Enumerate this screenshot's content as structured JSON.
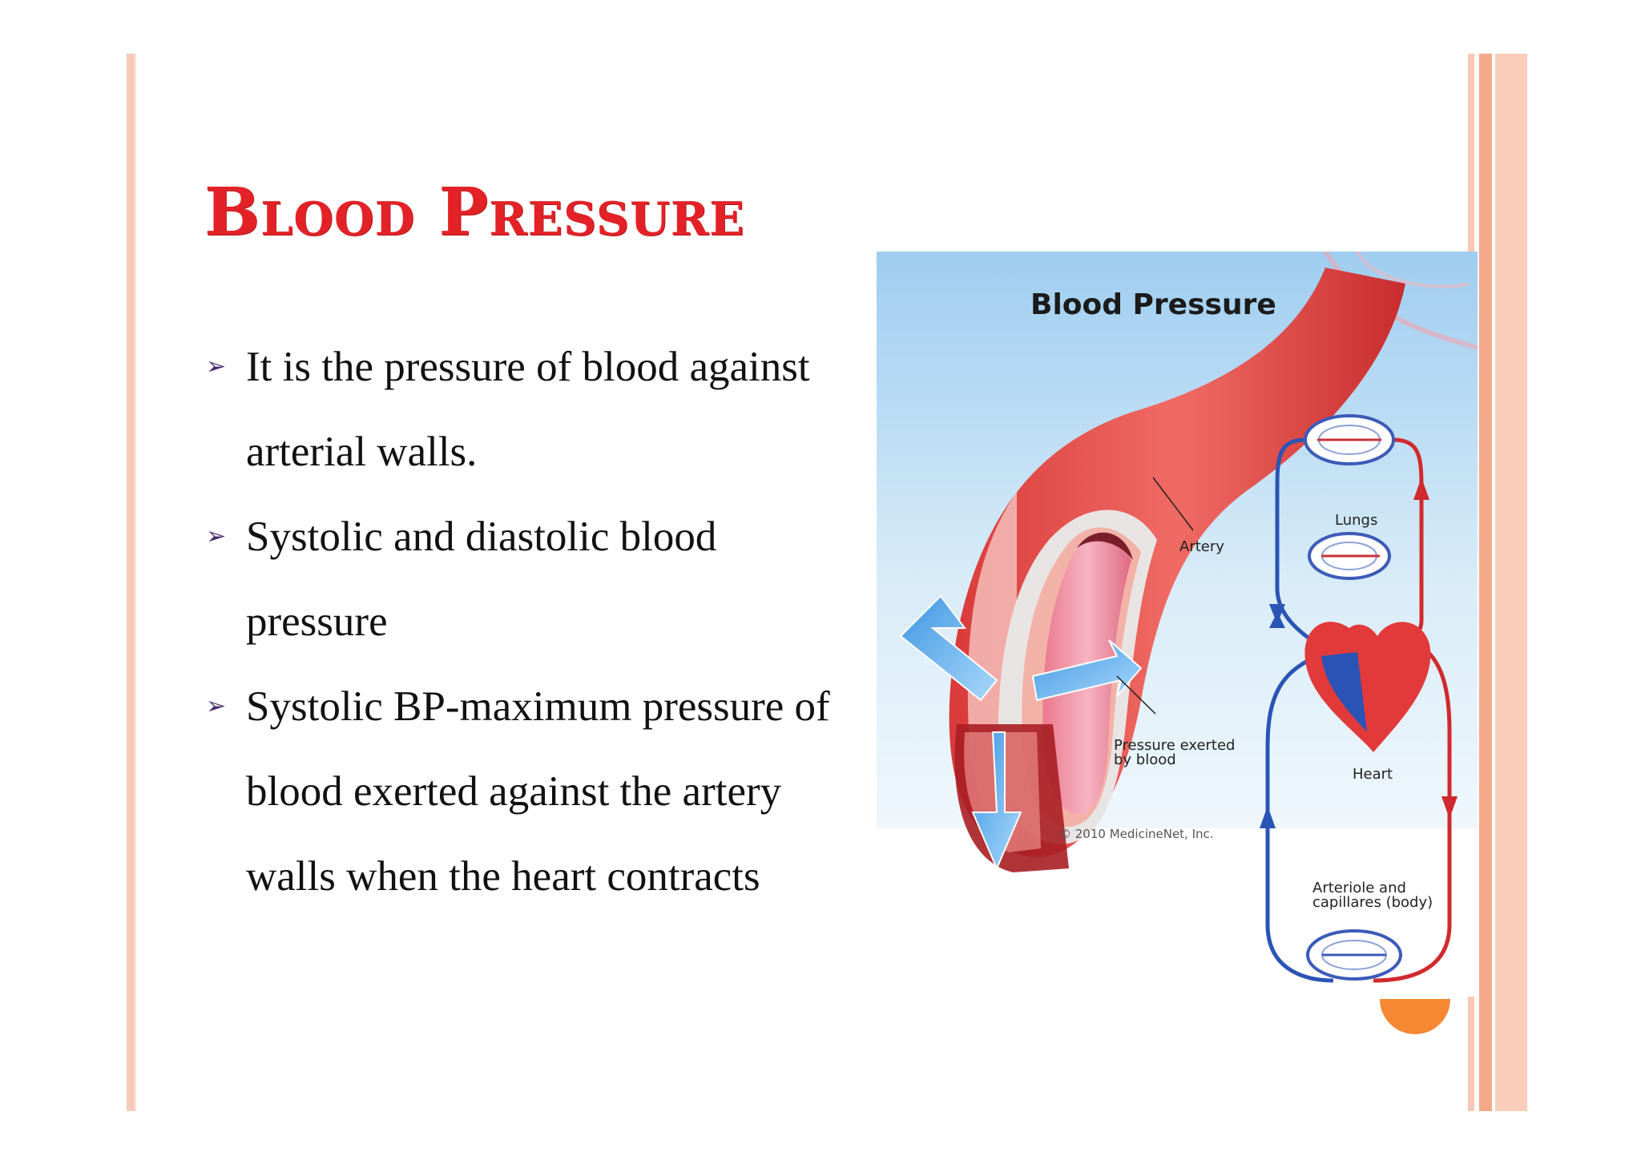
{
  "slide": {
    "title": "Blood Pressure",
    "bullets": [
      "It is the pressure of blood against  arterial walls.",
      "Systolic and diastolic blood pressure",
      "Systolic BP-maximum pressure of blood exerted against the artery walls when the heart contracts"
    ]
  },
  "figure": {
    "title": "Blood Pressure",
    "labels": {
      "artery": "Artery",
      "lungs": "Lungs",
      "pressure_line1": "Pressure exerted",
      "pressure_line2": "by blood",
      "heart": "Heart",
      "arteriole_line1": "Arteriole and",
      "arteriole_line2": "capillares (body)",
      "credit": "© 2010 MedicineNet, Inc."
    },
    "colors": {
      "artery_red": "#e64a4a",
      "vein_blue": "#2a54b5",
      "arrow_blue": "#6ab4ef",
      "title_red": "#e32227"
    }
  }
}
